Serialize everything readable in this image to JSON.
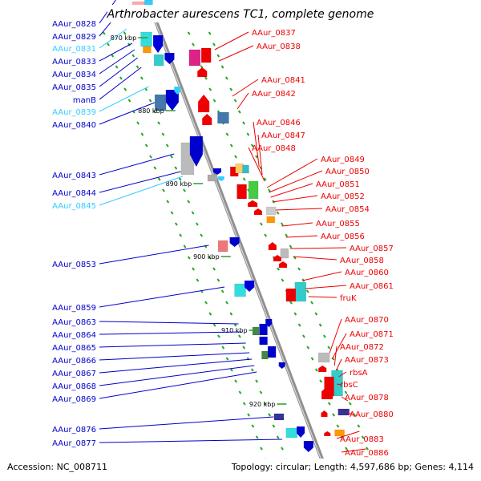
{
  "title": "Arthrobacter aurescens TC1, complete genome",
  "footer": {
    "accession": "Accession: NC_008711",
    "summary": "Topology: circular; Length: 4,597,686 bp; Genes: 4,114"
  },
  "colors": {
    "left_dark": "#0000cc",
    "left_light": "#33ccff",
    "right": "#ee0000"
  },
  "ticks": [
    "870 kbp",
    "880 kbp",
    "890 kbp",
    "900 kbp",
    "910 kbp",
    "920 kbp"
  ],
  "left_labels": [
    {
      "text": "AAur_0828",
      "tone": "dark"
    },
    {
      "text": "AAur_0829",
      "tone": "dark"
    },
    {
      "text": "AAur_0831",
      "tone": "light"
    },
    {
      "text": "AAur_0833",
      "tone": "dark"
    },
    {
      "text": "AAur_0834",
      "tone": "dark"
    },
    {
      "text": "AAur_0835",
      "tone": "dark"
    },
    {
      "text": "manB",
      "tone": "dark"
    },
    {
      "text": "AAur_0839",
      "tone": "light"
    },
    {
      "text": "AAur_0840",
      "tone": "dark"
    },
    {
      "text": "AAur_0843",
      "tone": "dark"
    },
    {
      "text": "AAur_0844",
      "tone": "dark"
    },
    {
      "text": "AAur_0845",
      "tone": "light"
    },
    {
      "text": "AAur_0853",
      "tone": "dark"
    },
    {
      "text": "AAur_0859",
      "tone": "dark"
    },
    {
      "text": "AAur_0863",
      "tone": "dark"
    },
    {
      "text": "AAur_0864",
      "tone": "dark"
    },
    {
      "text": "AAur_0865",
      "tone": "dark"
    },
    {
      "text": "AAur_0866",
      "tone": "dark"
    },
    {
      "text": "AAur_0867",
      "tone": "dark"
    },
    {
      "text": "AAur_0868",
      "tone": "dark"
    },
    {
      "text": "AAur_0869",
      "tone": "dark"
    },
    {
      "text": "AAur_0876",
      "tone": "dark"
    },
    {
      "text": "AAur_0877",
      "tone": "dark"
    }
  ],
  "right_labels": [
    "AAur_0837",
    "AAur_0838",
    "AAur_0841",
    "AAur_0842",
    "AAur_0846",
    "AAur_0847",
    "AAur_0848",
    "AAur_0849",
    "AAur_0850",
    "AAur_0851",
    "AAur_0852",
    "AAur_0854",
    "AAur_0855",
    "AAur_0856",
    "AAur_0857",
    "AAur_0858",
    "AAur_0860",
    "AAur_0861",
    "fruK",
    "AAur_0870",
    "AAur_0871",
    "AAur_0872",
    "AAur_0873",
    "rbsA",
    "rbsC",
    "AAur_0878",
    "AAur_0880",
    "AAur_0883",
    "AAur_0886"
  ]
}
